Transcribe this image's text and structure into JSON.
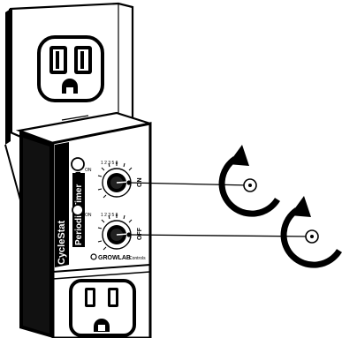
{
  "device": {
    "brand_line1": "CycleStat",
    "brand_line2": "Periodic Timer",
    "maker": "GROWLAB",
    "maker_suffix": "Controls",
    "dial_on_label": "ON",
    "dial_off_label": "OFF",
    "light_label_top": "ON",
    "light_label_bottom": "ON",
    "dial_on_scale": "1  2  3  5  8",
    "dial_off_scale": "1  2  3  5  8"
  },
  "annotations": {
    "on_dial_rotation": "clockwise",
    "off_dial_rotation": "clockwise"
  }
}
